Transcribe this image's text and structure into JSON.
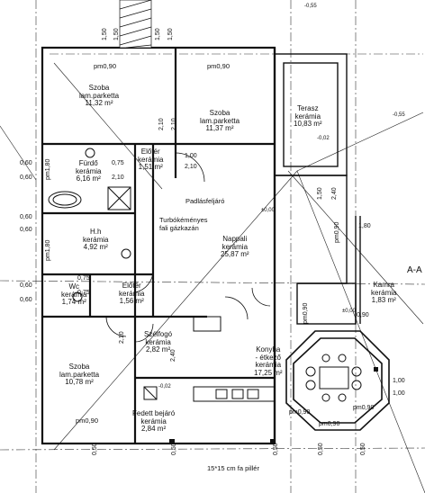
{
  "rooms": {
    "szoba_nw": {
      "name": "Szoba",
      "floor": "lam.parketta",
      "area": "11,32 m²",
      "door": "pm0,90"
    },
    "szoba_ne": {
      "name": "Szoba",
      "floor": "lam.parketta",
      "area": "11,37 m²",
      "door": "pm0,90"
    },
    "terasz": {
      "name": "Terasz",
      "floor": "kerámia",
      "area": "10,83 m²",
      "level": "-0,02"
    },
    "furdo": {
      "name": "Fürdő",
      "floor": "kerámia",
      "area": "6,16 m²"
    },
    "eloter_top": {
      "name": "Előtér",
      "floor": "kerámia",
      "area": "1,51 m²"
    },
    "hh": {
      "name": "H.h",
      "floor": "kerámia",
      "area": "4,92 m²"
    },
    "nappali": {
      "name": "Nappali",
      "floor": "kerámia",
      "area": "25,87 m²"
    },
    "wc": {
      "name": "Wc",
      "floor": "kerámia",
      "area": "1,74 m²"
    },
    "eloter_mid": {
      "name": "Előtér",
      "floor": "kerámia",
      "area": "1,56 m²"
    },
    "kamra": {
      "name": "Kamra",
      "floor": "kerámia",
      "area": "1,83 m²"
    },
    "szelfogo": {
      "name": "Szélfogó",
      "floor": "kerámia",
      "area": "2,82 m²"
    },
    "szoba_sw": {
      "name": "Szoba",
      "floor": "lam.parketta",
      "area": "10,78 m²",
      "door": "pm0,90"
    },
    "konyha": {
      "name": "Konyha",
      "line2": "- étkező",
      "floor": "kerámia",
      "area": "17,25 m²"
    },
    "fedett": {
      "name": "Fedett bejáró",
      "floor": "kerámia",
      "area": "2,84 m²"
    }
  },
  "annotations": {
    "padlas": "Padlásfeljáró",
    "turbo_1": "Turbókéményes",
    "turbo_2": "fali gázkazán",
    "pillar": "15*15 cm fa pillér",
    "section": "A-A",
    "lvl_top": "-0,55",
    "lvl_right": "-0,55",
    "lvl_hall": "±0,00",
    "lvl_kitchen": "±0,00",
    "lvl_fedett": "-0,02"
  },
  "dims": {
    "d150a": "1,50",
    "d150b": "1,50",
    "d150c": "1,50",
    "d150d": "1,50",
    "d210a": "2,10",
    "d210b": "2,10",
    "d210c": "2,10",
    "d210d": "2,10",
    "d210e": "2,10",
    "d100": "1,00",
    "d075a": "0,75",
    "d075b": "0,75",
    "d075c": "0,75",
    "d060a": "0,60",
    "d060b": "0,60",
    "d060c": "0,60",
    "d060d": "0,60",
    "d060e": "0,60",
    "d060f": "0,60",
    "pm180a": "pm1,80",
    "pm180b": "pm1,80",
    "d180": "1,80",
    "d150e": "1,50",
    "d240": "2,40",
    "d240b": "2,40",
    "pm090a": "pm0,90",
    "pm090b": "pm0,90",
    "pm090c": "pm0,90",
    "pm090d": "pm0,90",
    "pm090e": "pm0,90",
    "d090": "0,90",
    "d100b": "1,00",
    "d100c": "1,00",
    "d050a": "0,50",
    "d050b": "0,50",
    "d050c": "0,50",
    "d050d": "0,50",
    "d050e": "0,50"
  }
}
